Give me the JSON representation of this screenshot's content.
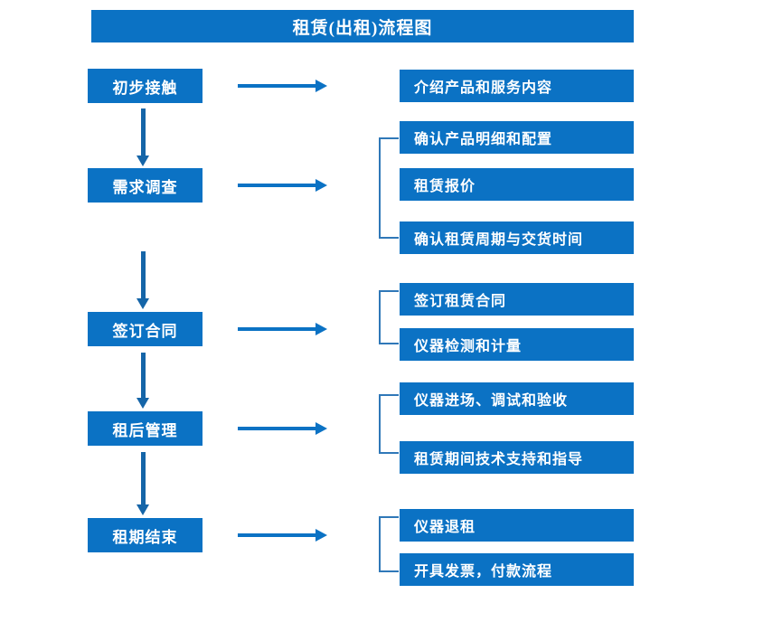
{
  "diagram": {
    "title": "租赁(出租)流程图",
    "accent_color": "#0b72c4",
    "bracket_color": "#2f78b8",
    "arrow_color": "#1565a8",
    "text_color": "#ffffff",
    "background_color": "#ffffff"
  },
  "stages": [
    {
      "label": "初步接触"
    },
    {
      "label": "需求调查"
    },
    {
      "label": "签订合同"
    },
    {
      "label": "租后管理"
    },
    {
      "label": "租期结束"
    }
  ],
  "details": [
    {
      "label": "介绍产品和服务内容"
    },
    {
      "label": "确认产品明细和配置"
    },
    {
      "label": "租赁报价"
    },
    {
      "label": "确认租赁周期与交货时间"
    },
    {
      "label": "签订租赁合同"
    },
    {
      "label": "仪器检测和计量"
    },
    {
      "label": "仪器进场、调试和验收"
    },
    {
      "label": "租赁期间技术支持和指导"
    },
    {
      "label": "仪器退租"
    },
    {
      "label": "开具发票，付款流程"
    }
  ],
  "groups": [
    {
      "stage": "初步接触",
      "details": [
        "介绍产品和服务内容"
      ]
    },
    {
      "stage": "需求调查",
      "details": [
        "确认产品明细和配置",
        "租赁报价",
        "确认租赁周期与交货时间"
      ]
    },
    {
      "stage": "签订合同",
      "details": [
        "签订租赁合同",
        "仪器检测和计量"
      ]
    },
    {
      "stage": "租后管理",
      "details": [
        "仪器进场、调试和验收",
        "租赁期间技术支持和指导"
      ]
    },
    {
      "stage": "租期结束",
      "details": [
        "仪器退租",
        "开具发票，付款流程"
      ]
    }
  ],
  "flow": {
    "stage_sequence": [
      "初步接触",
      "需求调查",
      "签订合同",
      "租后管理",
      "租期结束"
    ],
    "down_arrow_count": 4,
    "right_arrow_count": 5
  }
}
